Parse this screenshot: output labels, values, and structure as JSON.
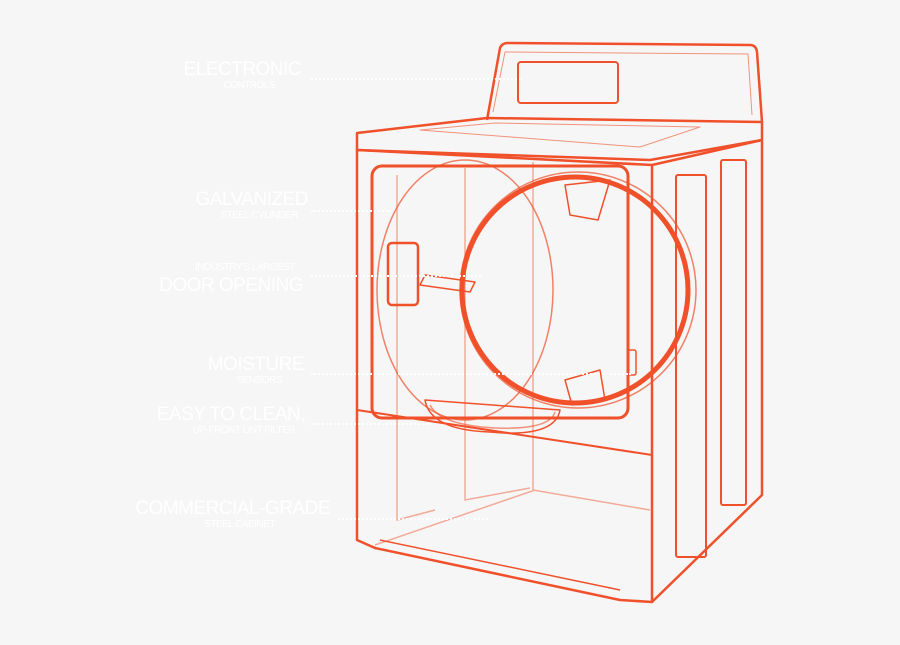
{
  "colors": {
    "background": "#f6f6f6",
    "line": "#f0502a",
    "label": "#ffffff"
  },
  "callouts": [
    {
      "title": "ELECTRONIC",
      "subtitle": "CONTROLS"
    },
    {
      "title": "GALVANIZED",
      "subtitle": "STEEL CYLINDER"
    },
    {
      "pre": "INDUSTRY'S LARGEST",
      "title": "DOOR OPENING"
    },
    {
      "title": "MOISTURE",
      "subtitle": "SENSORS"
    },
    {
      "title": "EASY TO CLEAN,",
      "subtitle": "UP-FRONT LINT FILTER"
    },
    {
      "title": "COMMERCIAL-GRADE",
      "subtitle": "STEEL CABINET"
    }
  ]
}
